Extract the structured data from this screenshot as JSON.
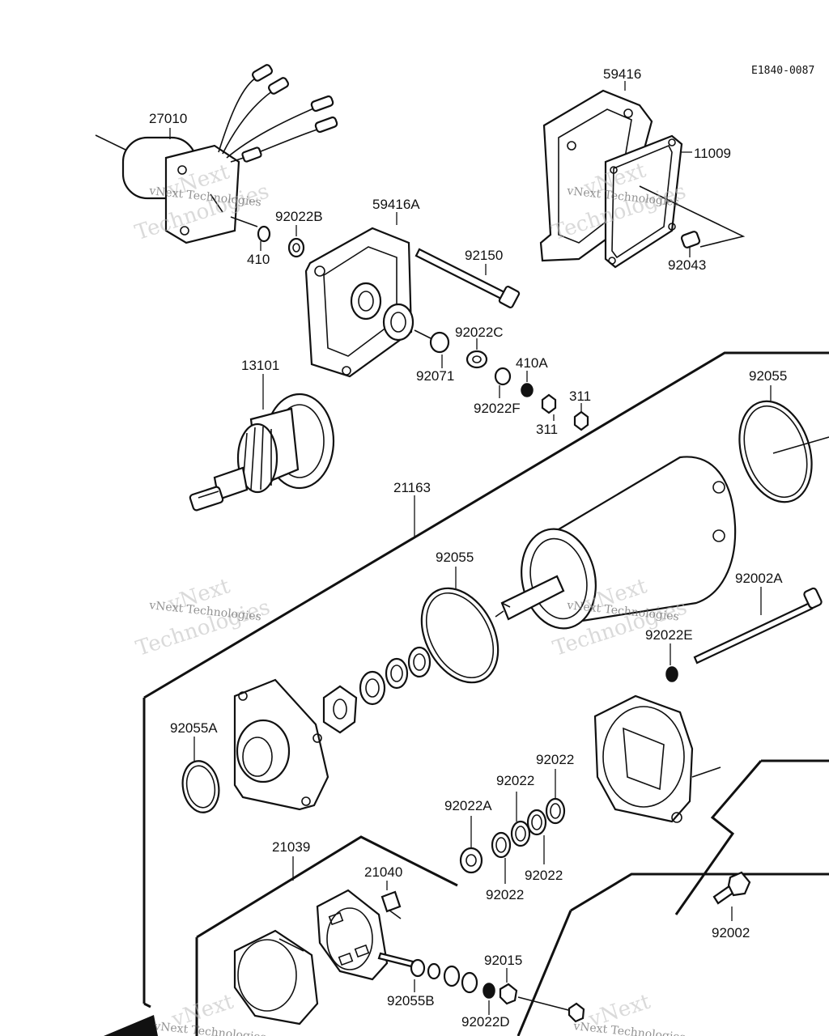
{
  "diagram_code": "E1840-0087",
  "part_labels": {
    "p27010": "27010",
    "p410": "410",
    "p92022B": "92022B",
    "p59416": "59416",
    "p11009": "11009",
    "p92043": "92043",
    "p59416A": "59416A",
    "p92150": "92150",
    "p92022C": "92022C",
    "p92071": "92071",
    "p410A": "410A",
    "p92022F": "92022F",
    "p311a": "311",
    "p311b": "311",
    "p13101": "13101",
    "p92055_top": "92055",
    "p21163": "21163",
    "p92055_mid": "92055",
    "p92002A": "92002A",
    "p92022E": "92022E",
    "p92055A": "92055A",
    "p92022_a": "92022",
    "p92022_b": "92022",
    "p92022A": "92022A",
    "p92022_c": "92022",
    "p92022_d": "92022",
    "p21039": "21039",
    "p21040": "21040",
    "p92002": "92002",
    "p92015": "92015",
    "p92055B": "92055B",
    "p92022D": "92022D"
  },
  "watermark": {
    "line1": "vNext",
    "line2": "Technologies",
    "small": "vNext Technologies"
  }
}
